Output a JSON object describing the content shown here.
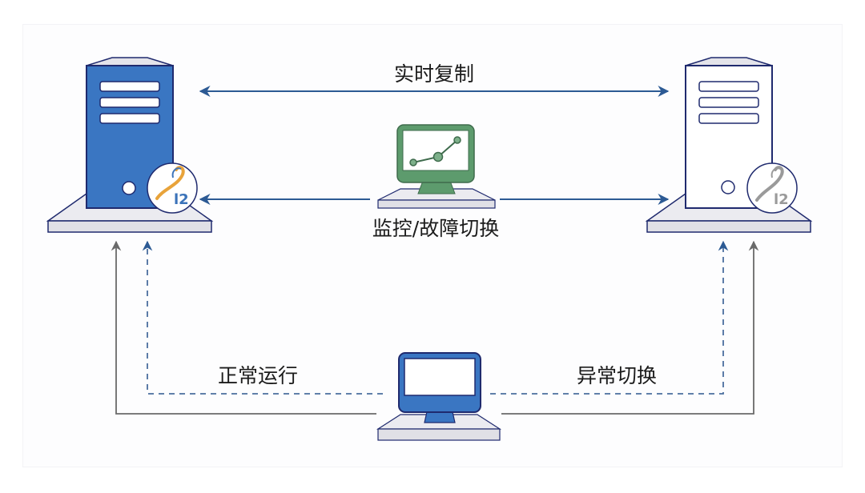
{
  "diagram": {
    "labels": {
      "replication": "实时复制",
      "monitor_failover": "监控/故障切换",
      "normal_operation": "正常运行",
      "abnormal_switch": "异常切换"
    },
    "nodes": {
      "primary_server": {
        "role": "primary",
        "logo_text": "l2",
        "state": "active"
      },
      "standby_server": {
        "role": "standby",
        "logo_text": "l2",
        "state": "inactive"
      },
      "monitor_console": {
        "role": "monitor"
      },
      "client_terminal": {
        "role": "client"
      }
    },
    "colors": {
      "primary_blue": "#3a76c2",
      "outline_navy": "#1f2a6e",
      "arrow_blue": "#2c5a94",
      "arrow_gray": "#6a6a6a",
      "monitor_green": "#5d9b6d",
      "platform_gray": "#e4e4ea",
      "logo_orange": "#e8a33a",
      "logo_blue": "#3b73b9",
      "logo_gray": "#9a9a9a"
    }
  }
}
